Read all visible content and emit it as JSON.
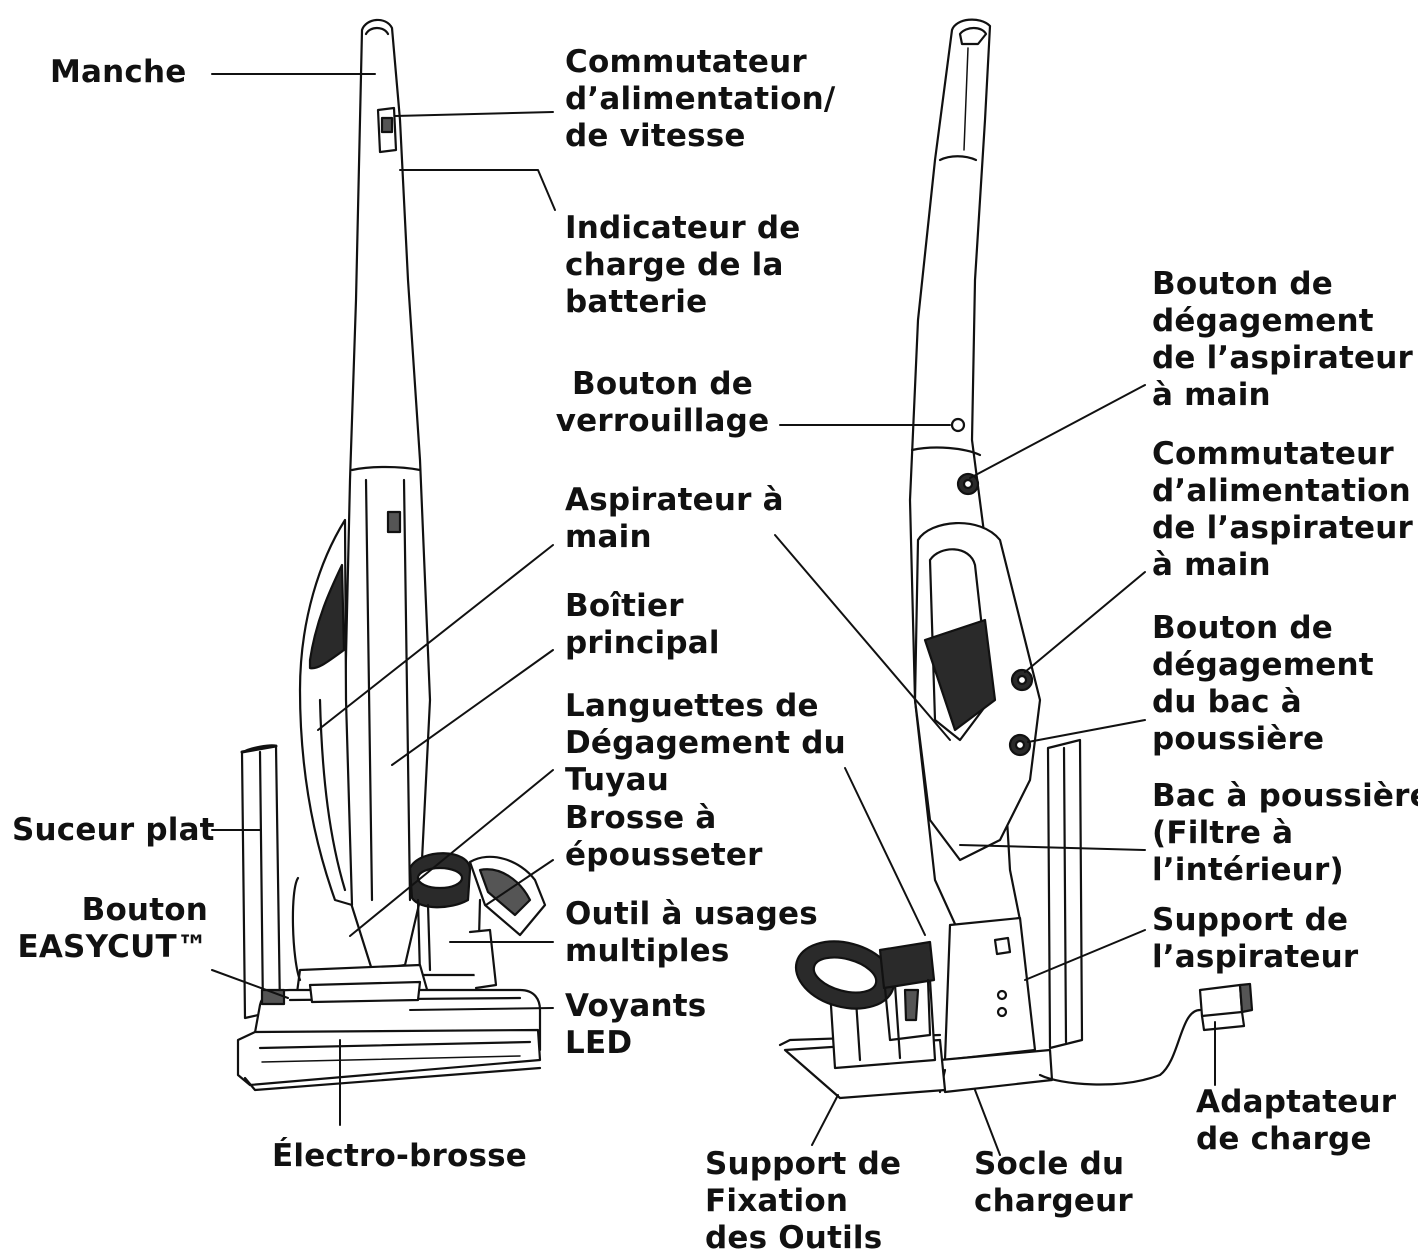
{
  "labels": {
    "manche": "Manche",
    "commutateur_vitesse": [
      "Commutateur",
      "d’alimentation/",
      "de vitesse"
    ],
    "indicateur_charge": [
      "Indicateur de",
      "charge de la",
      "batterie"
    ],
    "bouton_verrouillage": [
      "Bouton de",
      "verrouillage"
    ],
    "aspirateur_main": [
      "Aspirateur à",
      "main"
    ],
    "boitier_principal": [
      "Boîtier",
      "principal"
    ],
    "languettes": [
      "Languettes de",
      "Dégagement du",
      "Tuyau"
    ],
    "brosse_epousseter": [
      "Brosse à",
      "épousseter"
    ],
    "outil_usages": [
      "Outil à usages",
      "multiples"
    ],
    "voyants_led": [
      "Voyants",
      "LED"
    ],
    "suceur_plat": "Suceur plat",
    "bouton_easycut": [
      "Bouton",
      "EASYCUT™"
    ],
    "electro_brosse": "Électro-brosse",
    "bouton_degagement_main": [
      "Bouton de",
      "dégagement",
      "de l’aspirateur",
      "à main"
    ],
    "commutateur_main": [
      "Commutateur",
      "d’alimentation",
      "de l’aspirateur",
      "à main"
    ],
    "bouton_degagement_bac": [
      "Bouton de",
      "dégagement",
      "du bac à",
      "poussière"
    ],
    "bac_poussiere": [
      "Bac à poussière",
      "(Filtre à",
      "l’intérieur)"
    ],
    "support_aspirateur": [
      "Support de",
      "l’aspirateur"
    ],
    "adaptateur_charge": [
      "Adaptateur",
      "de charge"
    ],
    "socle_chargeur": [
      "Socle du",
      "chargeur"
    ],
    "support_fixation": [
      "Support de",
      "Fixation",
      "des Outils"
    ]
  },
  "colors": {
    "ink": "#111111",
    "fill_dark": "#2a2a2a",
    "fill_mid": "#5a5a5a",
    "fill_light": "#ffffff"
  }
}
